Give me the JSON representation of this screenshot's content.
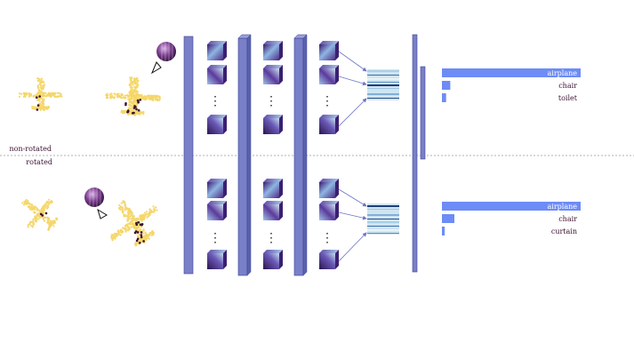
{
  "labels": {
    "non_rotated": "non-rotated",
    "rotated": "rotated"
  },
  "colors": {
    "layer": "#7a80c8",
    "layer_edge": "#3d4296",
    "bar": "#6d8cf5",
    "points": "#f5d76a",
    "dashed_line": "#999999",
    "arrow": "#6b73c6"
  },
  "rows": [
    {
      "name": "non-rotated",
      "predictions": [
        {
          "label": "airplane",
          "score": 1.0
        },
        {
          "label": "chair",
          "score": 0.06
        },
        {
          "label": "toilet",
          "score": 0.03
        }
      ]
    },
    {
      "name": "rotated",
      "predictions": [
        {
          "label": "airplane",
          "score": 1.0
        },
        {
          "label": "chair",
          "score": 0.09
        },
        {
          "label": "curtain",
          "score": 0.02
        }
      ]
    }
  ],
  "ellipsis": "⋮",
  "icons": [
    "sphere-icon",
    "eye-icon",
    "feature-cube-icon"
  ]
}
